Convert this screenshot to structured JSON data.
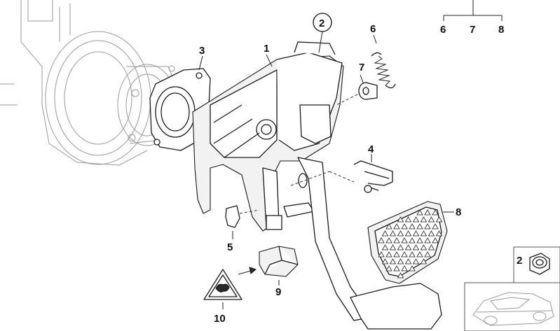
{
  "callouts": {
    "c1": "1",
    "c2_circled": "2",
    "c2": "2",
    "c3": "3",
    "c4": "4",
    "c5": "5",
    "c6a": "6",
    "c6b": "6",
    "c7a": "7",
    "c7b": "7",
    "c8a": "8",
    "c8b": "8",
    "c9": "9",
    "c10": "10"
  },
  "colors": {
    "line": "#1a1a1a",
    "faint": "#9a9a9a",
    "background": "#ffffff"
  }
}
